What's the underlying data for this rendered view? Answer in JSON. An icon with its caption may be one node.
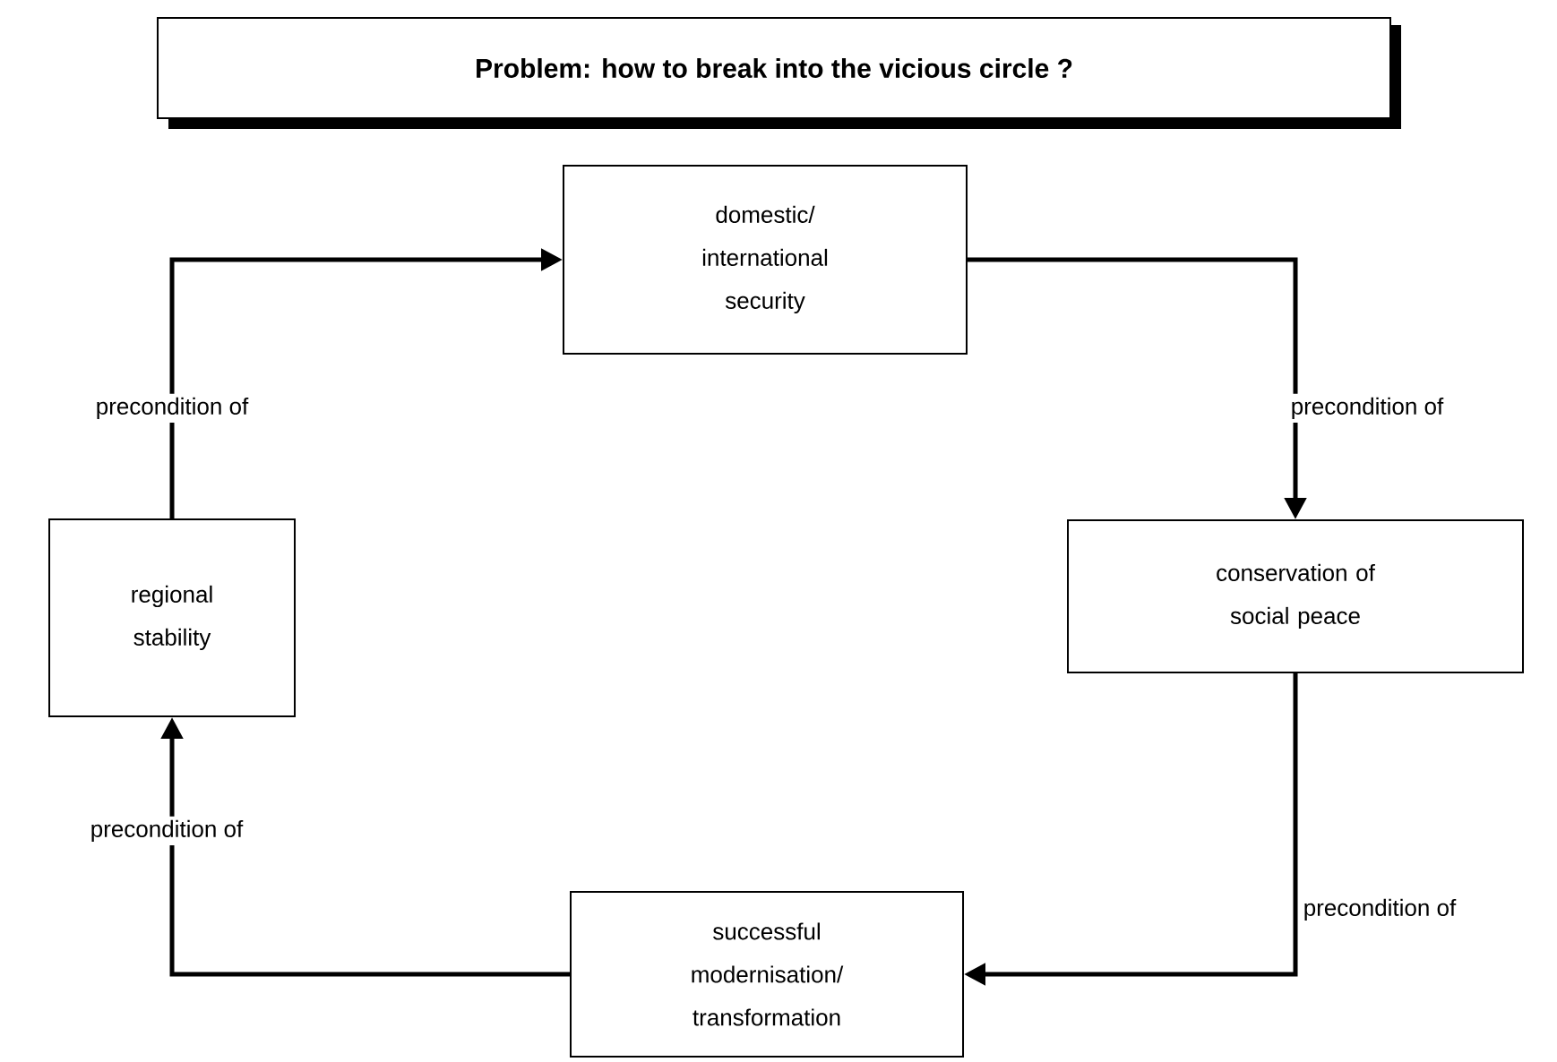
{
  "diagram": {
    "title": "Problem: how to break into the vicious circle ?",
    "nodes": [
      {
        "text": [
          "domestic/ international security"
        ]
      },
      {
        "text": [
          "conservation of social peace"
        ]
      },
      {
        "text": [
          "successful modernisation/ transformation"
        ]
      },
      {
        "text": [
          "regional stability"
        ]
      }
    ],
    "edges": [
      {
        "from": 3,
        "to": 0,
        "arrow": "to",
        "label": "precondition of"
      },
      {
        "from": 0,
        "to": 1,
        "arrow": "to",
        "label": "precondition of"
      },
      {
        "from": 1,
        "to": 2,
        "arrow": "to",
        "label": "precondition of"
      },
      {
        "from": 2,
        "to": 3,
        "arrow": "to",
        "label": "precondition of"
      }
    ]
  }
}
